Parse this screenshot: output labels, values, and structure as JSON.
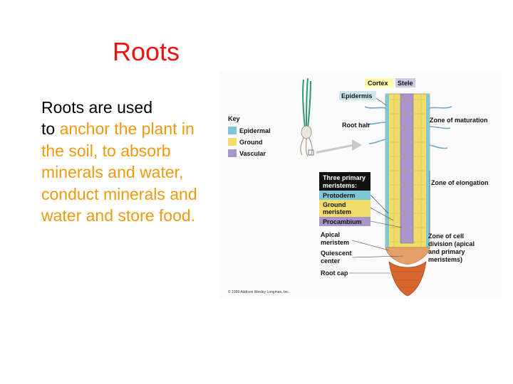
{
  "slide": {
    "title": "Roots",
    "text_plain_1": "Roots are used",
    "text_plain_2": "to",
    "text_highlight": "anchor the plant in the soil, to absorb minerals and water, conduct minerals and water and store food."
  },
  "figure": {
    "key_title": "Key",
    "key_items": [
      {
        "label": "Epidermal",
        "color": "#7fc6d6"
      },
      {
        "label": "Ground",
        "color": "#f1dd6c"
      },
      {
        "label": "Vascular",
        "color": "#a895c9"
      }
    ],
    "top_labels": {
      "cortex": "Cortex",
      "stele": "Stele"
    },
    "labels": {
      "epidermis": "Epidermis",
      "root_hair": "Root hair",
      "zone_maturation": "Zone of maturation",
      "zone_elongation": "Zone of elongation",
      "zone_cell_division_1": "Zone of cell",
      "zone_cell_division_2": "division (apical",
      "zone_cell_division_3": "and primary",
      "zone_cell_division_4": "meristems)",
      "apical_meristem_1": "Apical",
      "apical_meristem_2": "meristem",
      "quiescent_1": "Quiescent",
      "quiescent_2": "center",
      "root_cap": "Root cap"
    },
    "meristems": {
      "heading_1": "Three primary",
      "heading_2": "meristems:",
      "protoderm": "Protoderm",
      "ground_1": "Ground",
      "ground_2": "meristem",
      "procambium": "Procambium"
    },
    "copyright": "© 1999 Addison Wesley Longman, Inc."
  }
}
